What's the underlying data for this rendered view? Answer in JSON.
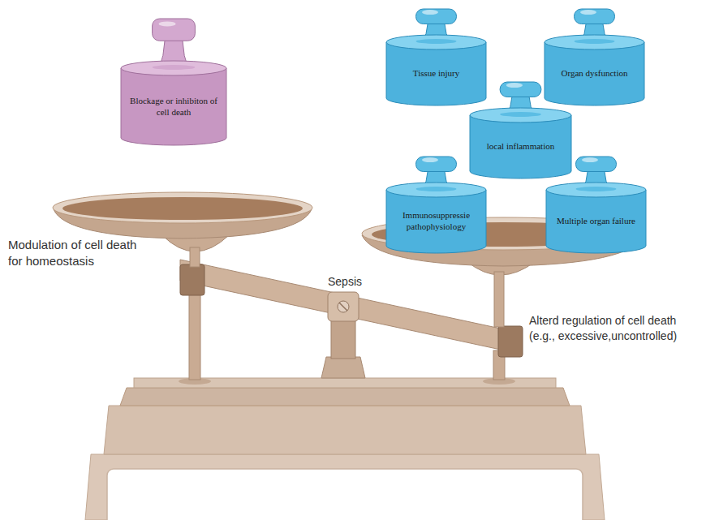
{
  "diagram": {
    "nodes": [
      {
        "text": [
          "Blockage or inhibiton of cell death"
        ]
      },
      {
        "text": [
          "Tissue injury"
        ]
      },
      {
        "text": [
          "Organ dysfunction"
        ]
      },
      {
        "text": [
          "local inflammation"
        ]
      },
      {
        "text": [
          "Immunosuppressie pathophysiology"
        ]
      },
      {
        "text": [
          "Multiple organ failure"
        ]
      }
    ],
    "labels": [
      "Modulation of cell death for homeostasis",
      "Sepsis",
      "Alterd regulation of cell death (e.g., excessive,uncontrolled)"
    ]
  }
}
